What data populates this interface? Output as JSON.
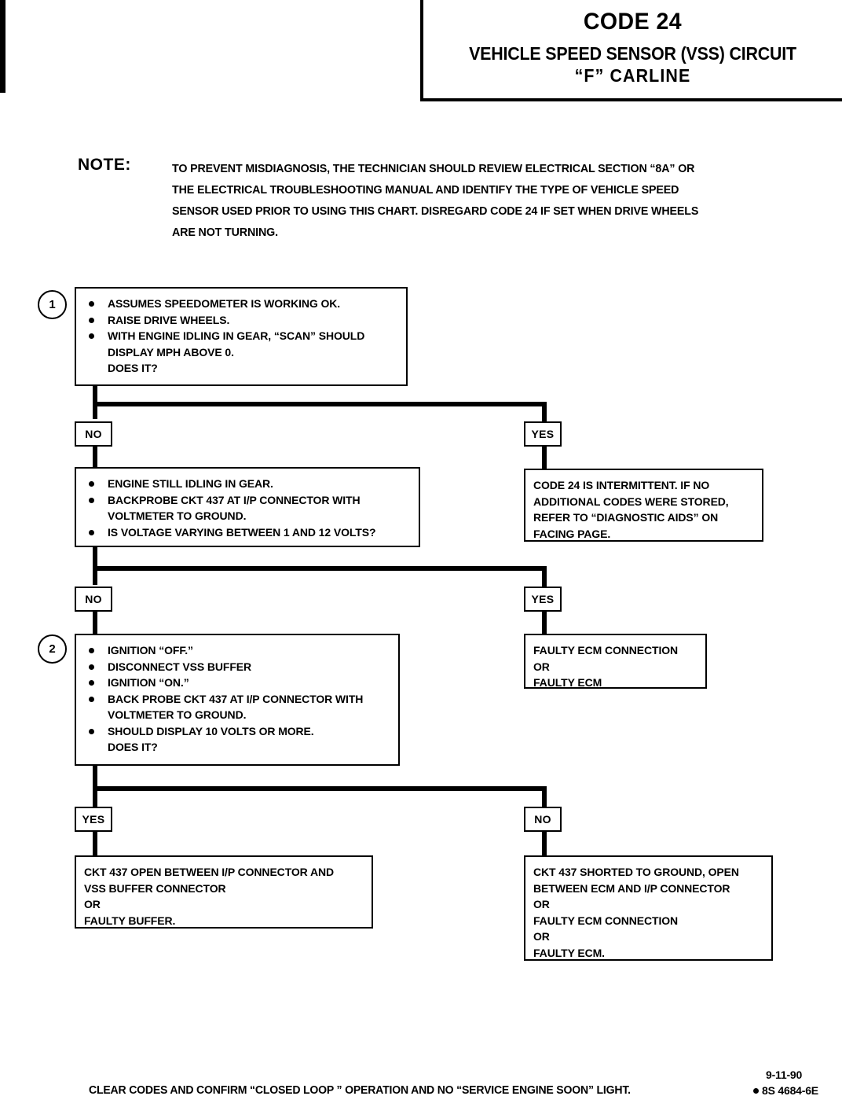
{
  "title": {
    "code": "CODE 24",
    "line1": "VEHICLE SPEED SENSOR (VSS) CIRCUIT",
    "line2": "“F”  CARLINE"
  },
  "note": {
    "label": "NOTE:",
    "lines": [
      "TO PREVENT MISDIAGNOSIS, THE TECHNICIAN SHOULD REVIEW ELECTRICAL SECTION “8A” OR",
      "THE ELECTRICAL TROUBLESHOOTING MANUAL AND IDENTIFY THE TYPE OF VEHICLE SPEED",
      "SENSOR USED PRIOR TO USING THIS CHART.  DISREGARD CODE 24 IF SET WHEN DRIVE WHEELS",
      "ARE NOT TURNING."
    ]
  },
  "steps": {
    "step1": {
      "number": "1",
      "bullets": [
        [
          "ASSUMES SPEEDOMETER IS WORKING OK."
        ],
        [
          "RAISE DRIVE WHEELS."
        ],
        [
          "WITH ENGINE IDLING IN GEAR, “SCAN” SHOULD",
          "DISPLAY MPH ABOVE 0.",
          "DOES IT?"
        ]
      ]
    },
    "step1b": {
      "bullets": [
        [
          "ENGINE STILL IDLING IN GEAR."
        ],
        [
          "BACKPROBE CKT 437 AT I/P CONNECTOR WITH",
          "VOLTMETER TO GROUND."
        ],
        [
          "IS VOLTAGE VARYING BETWEEN 1 AND 12  VOLTS?"
        ]
      ]
    },
    "step2": {
      "number": "2",
      "bullets": [
        [
          "IGNITION “OFF.”"
        ],
        [
          "DISCONNECT VSS BUFFER"
        ],
        [
          "IGNITION “ON.”"
        ],
        [
          "BACK PROBE CKT 437 AT I/P CONNECTOR WITH",
          "VOLTMETER TO GROUND."
        ],
        [
          "SHOULD DISPLAY 10 VOLTS OR MORE.",
          "DOES IT?"
        ]
      ]
    }
  },
  "branches": {
    "b1_no": "NO",
    "b1_yes": "YES",
    "b2_no": "NO",
    "b2_yes": "YES",
    "b3_yes": "YES",
    "b3_no": "NO"
  },
  "results": {
    "intermittent": [
      "CODE 24 IS INTERMITTENT.  IF NO",
      "ADDITIONAL CODES WERE STORED,",
      "REFER TO “DIAGNOSTIC  AIDS” ON",
      "FACING PAGE."
    ],
    "faulty_ecm": [
      "FAULTY ECM CONNECTION",
      "OR",
      "FAULTY ECM"
    ],
    "ckt_open": [
      "CKT 437 OPEN BETWEEN I/P CONNECTOR AND",
      "VSS BUFFER CONNECTOR",
      "OR",
      "FAULTY BUFFER."
    ],
    "ckt_shorted": [
      "CKT 437 SHORTED TO GROUND, OPEN",
      "BETWEEN ECM AND I/P CONNECTOR",
      "OR",
      "FAULTY ECM CONNECTION",
      "OR",
      "FAULTY ECM."
    ]
  },
  "footer": {
    "instruction": "CLEAR CODES AND CONFIRM “CLOSED LOOP ” OPERATION AND NO “SERVICE ENGINE SOON” LIGHT.",
    "date": "9-11-90",
    "code": "8S 4684-6E"
  },
  "colors": {
    "ink": "#000000",
    "paper": "#ffffff"
  }
}
